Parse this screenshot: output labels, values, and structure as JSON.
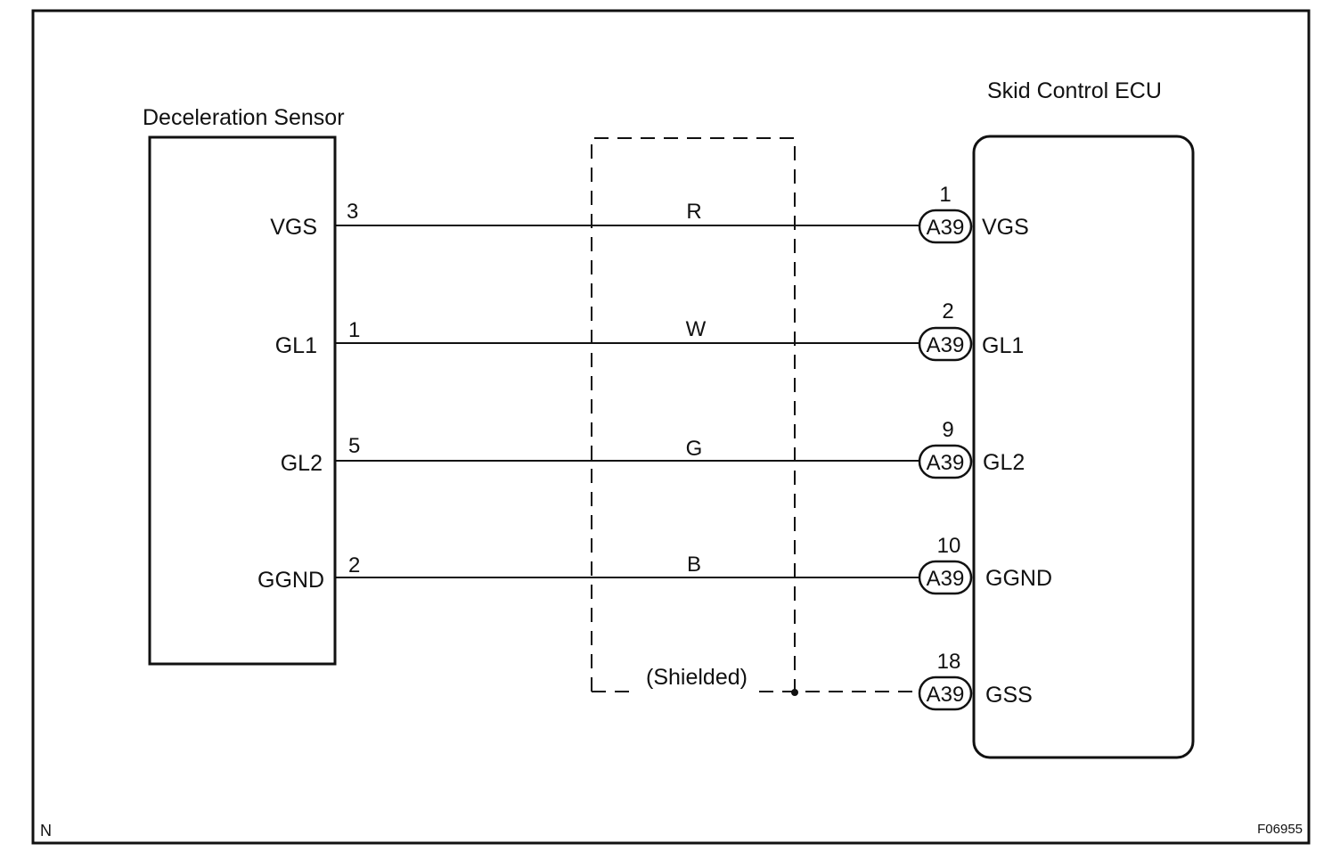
{
  "sensor": {
    "title": "Deceleration Sensor",
    "terminals": [
      "VGS",
      "GL1",
      "GL2",
      "GGND"
    ],
    "pins": [
      "3",
      "1",
      "5",
      "2"
    ]
  },
  "ecu": {
    "title": "Skid Control ECU",
    "terminals": [
      "VGS",
      "GL1",
      "GL2",
      "GGND",
      "GSS"
    ],
    "pins": [
      "1",
      "2",
      "9",
      "10",
      "18"
    ],
    "connector": "A39"
  },
  "wires": {
    "colors": [
      "R",
      "W",
      "G",
      "B"
    ]
  },
  "shield": {
    "label": "(Shielded)"
  },
  "corner": {
    "left": "N",
    "right": "F06955"
  }
}
